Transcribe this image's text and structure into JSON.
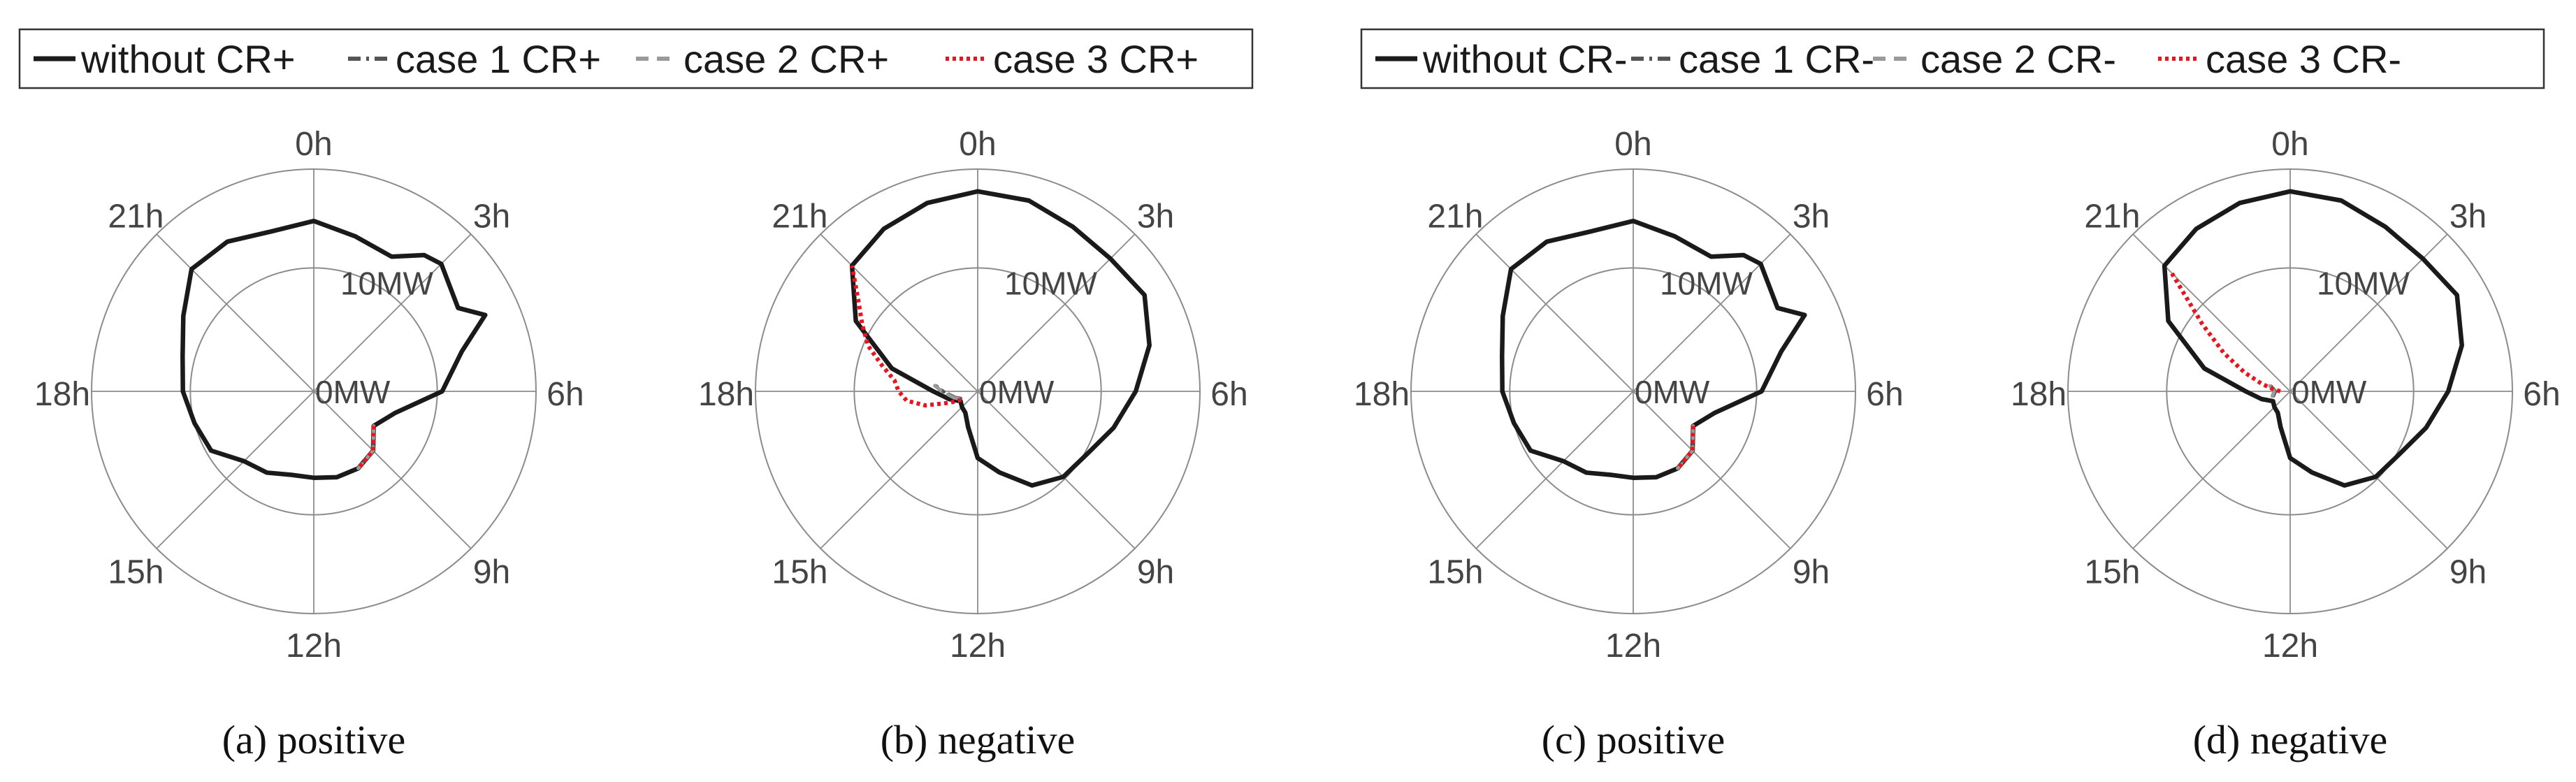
{
  "legends": [
    {
      "entries": [
        {
          "label": "without CR+",
          "color": "#1a1a1a",
          "style": "solid"
        },
        {
          "label": "case 1 CR+",
          "color": "#555555",
          "style": "dashdot"
        },
        {
          "label": "case 2 CR+",
          "color": "#9a9a9a",
          "style": "dashed"
        },
        {
          "label": "case 3 CR+",
          "color": "#e8141e",
          "style": "dotted"
        }
      ]
    },
    {
      "entries": [
        {
          "label": "without CR-",
          "color": "#1a1a1a",
          "style": "solid"
        },
        {
          "label": "case 1 CR-",
          "color": "#555555",
          "style": "dashdot"
        },
        {
          "label": "case 2 CR-",
          "color": "#9a9a9a",
          "style": "dashed"
        },
        {
          "label": "case 3 CR-",
          "color": "#e8141e",
          "style": "dotted"
        }
      ]
    }
  ],
  "chart_data": [
    {
      "type": "polar-line",
      "caption": "(a) positive",
      "angle_labels": [
        "0h",
        "3h",
        "6h",
        "9h",
        "12h",
        "15h",
        "18h",
        "21h"
      ],
      "radial_labels": [
        "0MW",
        "10MW"
      ],
      "rlim": [
        0,
        18
      ],
      "series": [
        {
          "name": "without CR+",
          "color": "#1a1a1a",
          "style": "solid",
          "hours": [
            0,
            1,
            2,
            2.6,
            3,
            4,
            4.4,
            5,
            6,
            7,
            8,
            9,
            10,
            11,
            12,
            13,
            14,
            15,
            16,
            17,
            18,
            19,
            20,
            21,
            22,
            23,
            24
          ],
          "values": [
            13.8,
            13,
            12.6,
            14.2,
            14.6,
            13.5,
            15.2,
            12.4,
            10.4,
            6.8,
            5.6,
            6.8,
            7.2,
            7.2,
            7,
            7,
            7.6,
            8,
            9.6,
            10,
            10.6,
            11,
            12.2,
            14,
            14,
            13.4,
            13.8
          ]
        },
        {
          "name": "case 1 CR+",
          "color": "#555555",
          "style": "dashdot",
          "hours": [
            8,
            9,
            10
          ],
          "values": [
            5.6,
            6.8,
            7.2
          ]
        },
        {
          "name": "case 2 CR+",
          "color": "#9a9a9a",
          "style": "dashed",
          "hours": [
            8,
            9,
            10
          ],
          "values": [
            5.6,
            6.8,
            7.2
          ]
        },
        {
          "name": "case 3 CR+",
          "color": "#e8141e",
          "style": "dotted",
          "hours": [
            8,
            9,
            10
          ],
          "values": [
            5.6,
            6.8,
            7.2
          ]
        }
      ]
    },
    {
      "type": "polar-line",
      "caption": "(b) negative",
      "angle_labels": [
        "0h",
        "3h",
        "6h",
        "9h",
        "12h",
        "15h",
        "18h",
        "21h"
      ],
      "radial_labels": [
        "0MW",
        "10MW"
      ],
      "rlim": [
        0,
        18
      ],
      "series": [
        {
          "name": "without CR+",
          "color": "#1a1a1a",
          "style": "solid",
          "hours": [
            0,
            1,
            2,
            3,
            4,
            5,
            6,
            7,
            8,
            9,
            10,
            11,
            12,
            13,
            14,
            15,
            16,
            17,
            18,
            19,
            20,
            21,
            22,
            23,
            24
          ],
          "values": [
            16.2,
            16,
            15.4,
            15.2,
            15.6,
            14.4,
            12.8,
            11.4,
            10.2,
            9.8,
            8.8,
            6.8,
            5.4,
            3,
            2,
            1.8,
            1.6,
            2.4,
            3.6,
            7.2,
            11.4,
            14.4,
            15.2,
            15.8,
            16.2
          ]
        },
        {
          "name": "case 1 CR+",
          "color": "#555555",
          "style": "dashdot",
          "hours": [
            16.5,
            17,
            18,
            18.5
          ],
          "values": [
            1.5,
            1.9,
            2.8,
            3.4
          ]
        },
        {
          "name": "case 2 CR+",
          "color": "#9a9a9a",
          "style": "dashed",
          "hours": [
            16.5,
            17,
            18,
            18.5
          ],
          "values": [
            1.6,
            2,
            2.9,
            3.5
          ]
        },
        {
          "name": "case 3 CR+",
          "color": "#e8141e",
          "style": "dotted",
          "hours": [
            16.2,
            16.5,
            17,
            17.5,
            18,
            18.5,
            19,
            19.5,
            20,
            20.5,
            21
          ],
          "values": [
            1.5,
            2.4,
            4.4,
            5.8,
            6.4,
            6.8,
            8,
            9.6,
            10.8,
            12.2,
            14.4
          ]
        }
      ]
    },
    {
      "type": "polar-line",
      "caption": "(c) positive",
      "angle_labels": [
        "0h",
        "3h",
        "6h",
        "9h",
        "12h",
        "15h",
        "18h",
        "21h"
      ],
      "radial_labels": [
        "0MW",
        "10MW"
      ],
      "rlim": [
        0,
        18
      ],
      "series": [
        {
          "name": "without CR-",
          "color": "#1a1a1a",
          "style": "solid",
          "hours": [
            0,
            1,
            2,
            2.6,
            3,
            4,
            4.4,
            5,
            6,
            7,
            8,
            9,
            10,
            11,
            12,
            13,
            14,
            15,
            16,
            17,
            18,
            19,
            20,
            21,
            22,
            23,
            24
          ],
          "values": [
            13.8,
            13,
            12.6,
            14.2,
            14.6,
            13.5,
            15.2,
            12.4,
            10.4,
            6.8,
            5.6,
            6.8,
            7.2,
            7.2,
            7,
            7,
            7.6,
            8,
            9.6,
            10,
            10.6,
            11,
            12.2,
            14,
            14,
            13.4,
            13.8
          ]
        },
        {
          "name": "case 1 CR-",
          "color": "#555555",
          "style": "dashdot",
          "hours": [
            8,
            9,
            10
          ],
          "values": [
            5.6,
            6.8,
            7.2
          ]
        },
        {
          "name": "case 2 CR-",
          "color": "#9a9a9a",
          "style": "dashed",
          "hours": [
            8,
            9,
            10
          ],
          "values": [
            5.6,
            6.8,
            7.2
          ]
        },
        {
          "name": "case 3 CR-",
          "color": "#e8141e",
          "style": "dotted",
          "hours": [
            8,
            9,
            10
          ],
          "values": [
            5.6,
            6.8,
            7.2
          ]
        }
      ]
    },
    {
      "type": "polar-line",
      "caption": "(d) negative",
      "angle_labels": [
        "0h",
        "3h",
        "6h",
        "9h",
        "12h",
        "15h",
        "18h",
        "21h"
      ],
      "radial_labels": [
        "0MW",
        "10MW"
      ],
      "rlim": [
        0,
        18
      ],
      "series": [
        {
          "name": "without CR-",
          "color": "#1a1a1a",
          "style": "solid",
          "hours": [
            0,
            1,
            2,
            3,
            4,
            5,
            6,
            7,
            8,
            9,
            10,
            11,
            12,
            13,
            14,
            15,
            16,
            17,
            18,
            19,
            20,
            21,
            22,
            23,
            24
          ],
          "values": [
            16.2,
            16,
            15.4,
            15.2,
            15.6,
            14.4,
            12.8,
            11.4,
            10.2,
            9.8,
            8.8,
            6.8,
            5.4,
            3,
            2,
            1.8,
            1.6,
            2.4,
            3.6,
            7.2,
            11.4,
            14.4,
            15.2,
            15.8,
            16.2
          ]
        },
        {
          "name": "case 1 CR-",
          "color": "#555555",
          "style": "dashdot",
          "hours": [
            17,
            18,
            19
          ],
          "values": [
            1.4,
            1.2,
            1.6
          ]
        },
        {
          "name": "case 2 CR-",
          "color": "#9a9a9a",
          "style": "dashed",
          "hours": [
            17,
            18,
            19
          ],
          "values": [
            1.5,
            1.3,
            1.7
          ]
        },
        {
          "name": "case 3 CR-",
          "color": "#e8141e",
          "style": "dotted",
          "hours": [
            18,
            18.5,
            19,
            19.5,
            20,
            20.5,
            21
          ],
          "values": [
            0.8,
            1.4,
            2.4,
            4,
            6.2,
            9,
            13.6
          ]
        }
      ]
    }
  ]
}
